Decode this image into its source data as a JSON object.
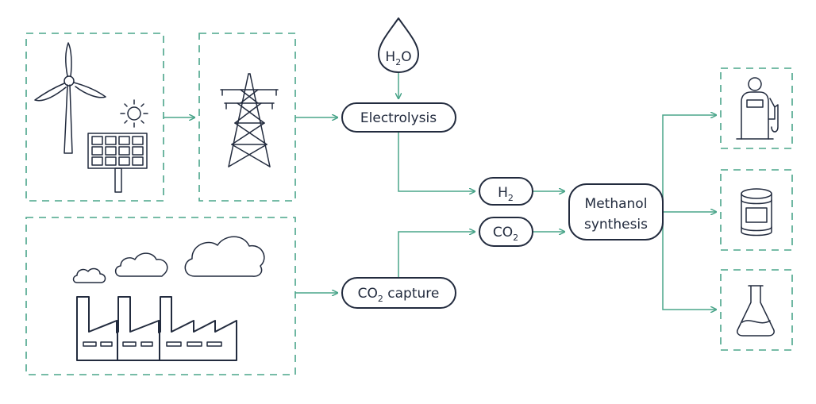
{
  "water": {
    "main": "H",
    "sub": "2",
    "tail": "O"
  },
  "electrolysis": "Electrolysis",
  "h2": {
    "main": "H",
    "sub": "2"
  },
  "co2": {
    "main": "CO",
    "sub": "2"
  },
  "capture": {
    "main": "CO",
    "sub": "2",
    "tail": " capture"
  },
  "methanol": {
    "line1": "Methanol",
    "line2": "synthesis"
  },
  "colors": {
    "arrow": "#4aa58a",
    "ink": "#222b3e"
  },
  "icons": [
    "wind-turbine-icon",
    "sun-icon",
    "solar-panel-icon",
    "power-pylon-icon",
    "water-drop-icon",
    "cloud-icon",
    "factory-icon",
    "fuel-pump-icon",
    "barrel-icon",
    "flask-icon"
  ]
}
